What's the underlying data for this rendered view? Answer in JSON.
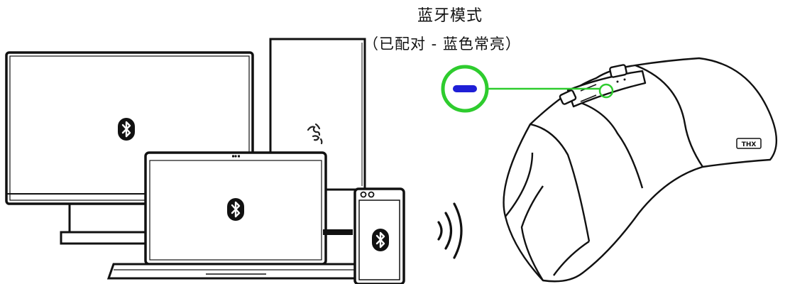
{
  "callout": {
    "title": "蓝牙模式",
    "subtitle": "（已配对 - 蓝色常亮）"
  },
  "colors": {
    "outline": "#111111",
    "led_ring": "#2ecc2e",
    "led_bar": "#1f1fd6",
    "background": "#ffffff"
  },
  "icons": {
    "monitor": "bluetooth-icon",
    "laptop": "bluetooth-icon",
    "phone": "bluetooth-icon",
    "signal": "wireless-signal-icon",
    "pc_tower_logo": "razer-logo-icon"
  },
  "badge": {
    "text": "THX"
  }
}
